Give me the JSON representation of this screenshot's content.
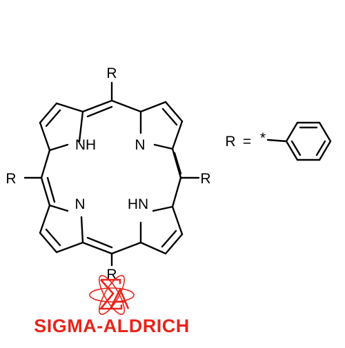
{
  "molecule": {
    "substituent_labels": [
      "R",
      "R",
      "R",
      "R"
    ],
    "nitrogen_labels": [
      "NH",
      "N",
      "N",
      "HN"
    ],
    "definition": {
      "lhs": "R",
      "equals": "=",
      "attachment": "*"
    }
  },
  "branding": {
    "wordmark": "SIGMA-ALDRICH",
    "logo_icon": "sigma-aldrich-atom-logo",
    "accent_color": "#e8241a"
  }
}
